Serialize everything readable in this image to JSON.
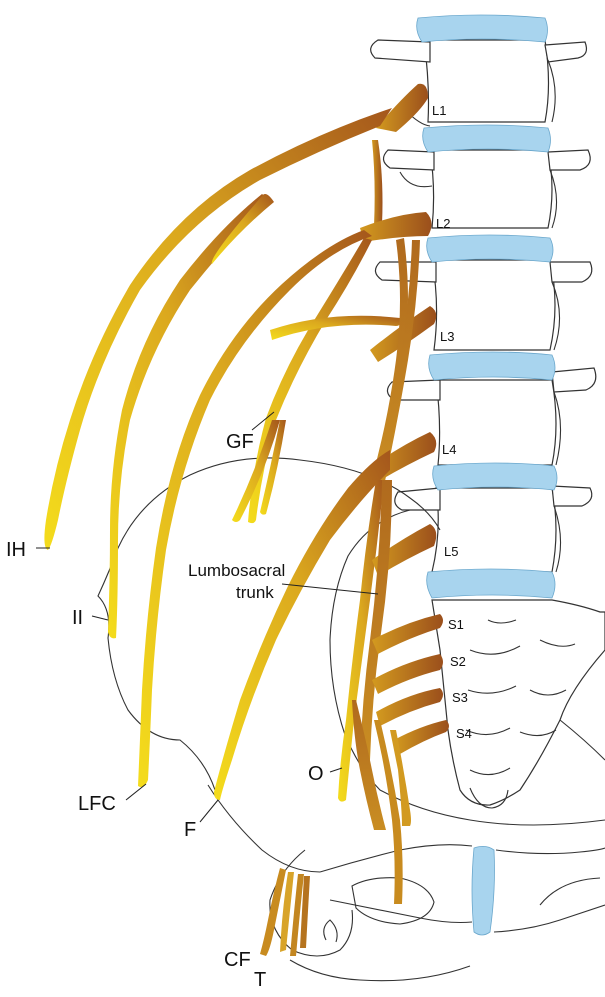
{
  "labels": {
    "L1": "L1",
    "L2": "L2",
    "L3": "L3",
    "L4": "L4",
    "L5": "L5",
    "S1": "S1",
    "S2": "S2",
    "S3": "S3",
    "S4": "S4",
    "IH": "IH",
    "II": "II",
    "GF": "GF",
    "LFC": "LFC",
    "F": "F",
    "O": "O",
    "lumbosacral_line1": "Lumbosacral",
    "lumbosacral_line2": "trunk",
    "CF": "CF",
    "T": "T"
  },
  "colors": {
    "nerve_light": "#f2d21b",
    "nerve_mid": "#d9a21a",
    "nerve_dark": "#a4561c",
    "disc": "#a8d4ee",
    "bone": "#ffffff"
  }
}
